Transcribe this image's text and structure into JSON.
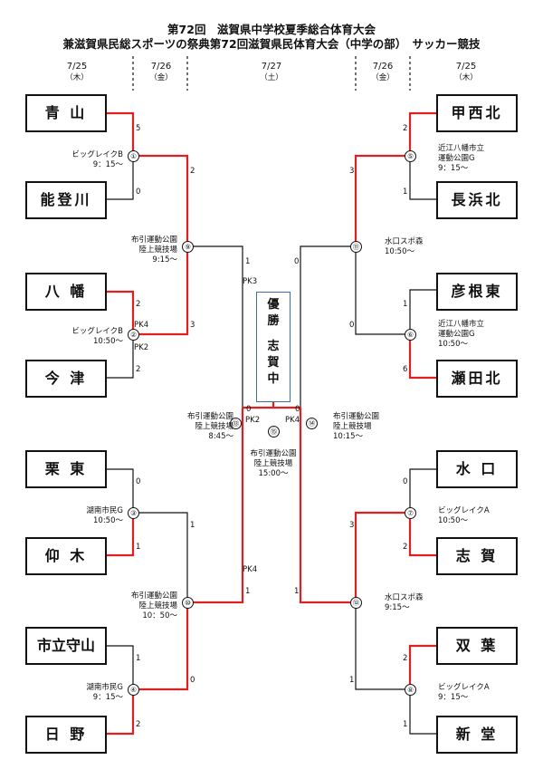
{
  "header": {
    "title1": "第72回　滋賀県中学校夏季総合体育大会",
    "title2": "兼滋賀県民総スポーツの祭典第72回滋賀県民体育大会（中学の部）　サッカー競技"
  },
  "dates": {
    "d725": "7/25",
    "d726": "7/26",
    "d727": "7/27",
    "thu": "（木）",
    "fri": "（金）",
    "sat": "（土）"
  },
  "teams": {
    "aoyama": "青 山",
    "notogawa": "能登川",
    "hachiman": "八 幡",
    "imazu": "今 津",
    "kurito": "栗 東",
    "ogi": "仰 木",
    "moriyama": "市立守山",
    "hino": "日 野",
    "kosaikita": "甲西北",
    "nagahama": "長浜北",
    "hikone": "彦根東",
    "setakita": "瀬田北",
    "minakuchi": "水 口",
    "shiga": "志 賀",
    "soyo": "双 葉",
    "shindo": "新 堂"
  },
  "matches": {
    "m1": "①",
    "m2": "②",
    "m3": "③",
    "m4": "④",
    "m5": "⑤",
    "m6": "⑥",
    "m7": "⑦",
    "m8": "⑧",
    "m9": "⑨",
    "m10": "⑩",
    "m11": "⑪",
    "m12": "⑫",
    "m13": "⑬",
    "m14": "⑭",
    "m15": "⑮"
  },
  "venues": {
    "v1": [
      "ビッグレイクB",
      "9：15～"
    ],
    "v2": [
      "ビッグレイクB",
      "10:50～"
    ],
    "v3": [
      "湖南市民G",
      "10:50～"
    ],
    "v4": [
      "湖南市民G",
      "9：15～"
    ],
    "v5": [
      "近江八幡市立",
      "運動公園G",
      "9：15～"
    ],
    "v6": [
      "近江八幡市立",
      "運動公園G",
      "10:50～"
    ],
    "v7": [
      "ビッグレイクA",
      "10:50～"
    ],
    "v8": [
      "ビッグレイクA",
      "9：15～"
    ],
    "v9": [
      "布引運動公園",
      "陸上競技場",
      "9:15～"
    ],
    "v10": [
      "布引運動公園",
      "陸上競技場",
      "10：50～"
    ],
    "v11": [
      "水口スポ森",
      "10:50～"
    ],
    "v12": [
      "水口スポ森",
      "9:15～"
    ],
    "v13": [
      "布引運動公園",
      "陸上競技場",
      "8:45～"
    ],
    "v14": [
      "布引運動公園",
      "陸上競技場",
      "10:15～"
    ],
    "v15": [
      "布引運動公園",
      "陸上競技場",
      "15:00～"
    ]
  },
  "scores": {
    "aoyama": "5",
    "notogawa": "0",
    "hachiman": "2",
    "imazu": "2",
    "pk4a": "PK4",
    "pk2a": "PK2",
    "kurito": "0",
    "ogi": "1",
    "moriyama": "1",
    "hino": "2",
    "kosaikita": "2",
    "nagahama": "1",
    "hikone": "1",
    "setakita": "6",
    "minakuchi": "0",
    "shiga": "2",
    "soyo": "2",
    "shindo": "1",
    "m9top": "2",
    "m9bot": "3",
    "m10top": "1",
    "m10bot": "0",
    "m11top": "3",
    "m11bot": "0",
    "m12top": "3",
    "m12bot": "1",
    "m13top": "1",
    "pk3": "PK3",
    "m13bot": "1",
    "pk4c": "PK4",
    "m14top": "0",
    "m14bot": "1",
    "final_l": "0",
    "final_lpk": "PK2",
    "final_r": "0",
    "final_rpk": "PK4"
  },
  "winner": {
    "label1": "優",
    "label2": "勝",
    "name1": "志",
    "name2": "賀",
    "name3": "中"
  },
  "colors": {
    "win": "#e02020",
    "line": "#111111",
    "winner_border": "#3f6fa8"
  }
}
